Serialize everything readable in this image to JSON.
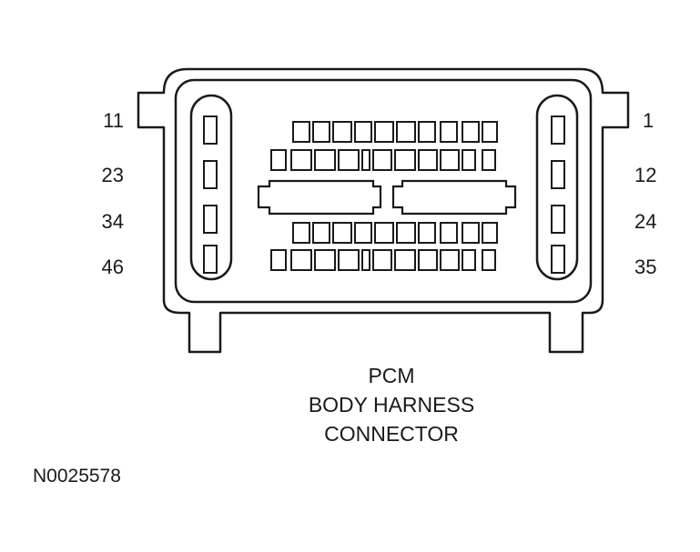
{
  "pin_labels": {
    "left": [
      "11",
      "23",
      "34",
      "46"
    ],
    "right": [
      "1",
      "12",
      "24",
      "35"
    ]
  },
  "caption": {
    "line1": "PCM",
    "line2": "BODY HARNESS",
    "line3": "CONNECTOR"
  },
  "reference": "N0025578"
}
